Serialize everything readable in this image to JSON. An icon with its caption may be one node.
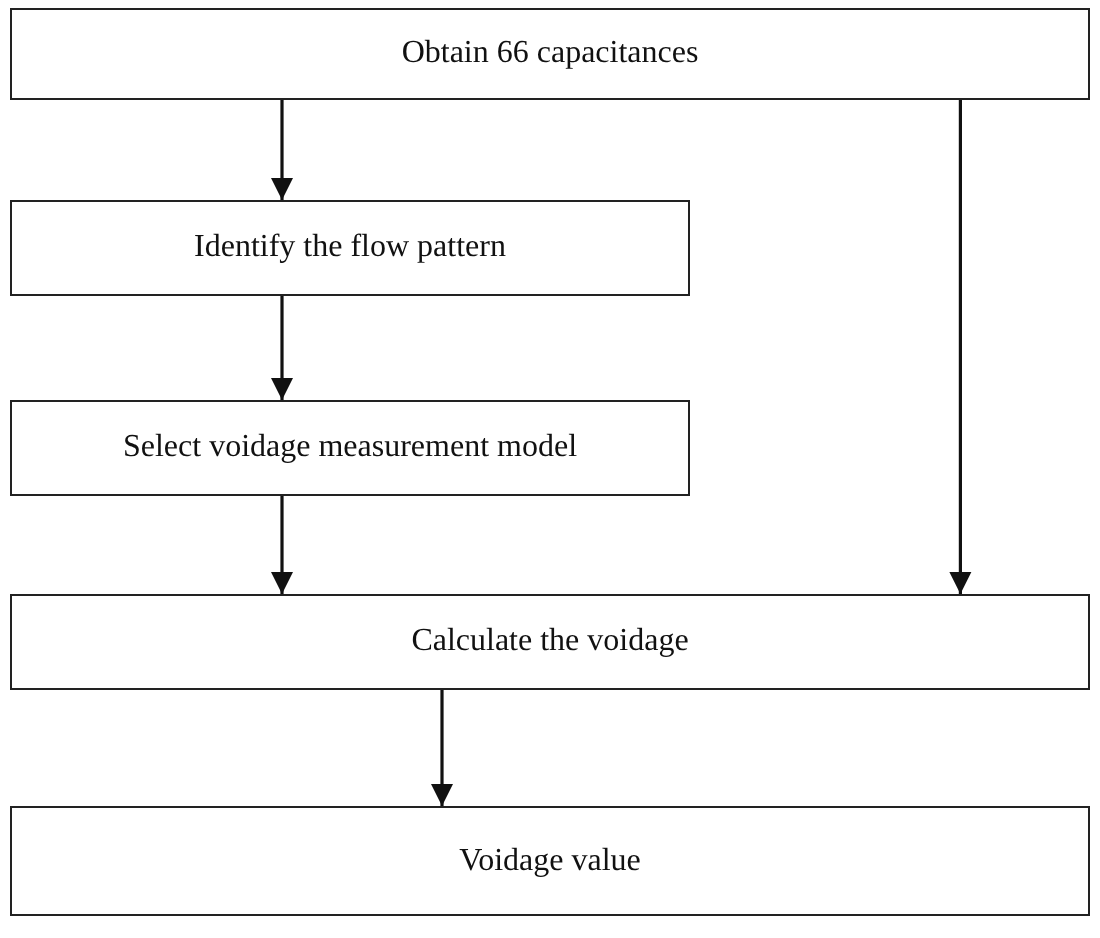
{
  "diagram": {
    "nodes": [
      {
        "text": [
          "Obtain 66 capacitances"
        ]
      },
      {
        "text": [
          "Identify the flow pattern"
        ]
      },
      {
        "text": [
          "Select voidage measurement model"
        ]
      },
      {
        "text": [
          "Calculate the voidage"
        ]
      },
      {
        "text": [
          "Voidage value"
        ]
      }
    ],
    "edges": [
      {
        "from": 0,
        "to": 1,
        "arrow": "to"
      },
      {
        "from": 1,
        "to": 2,
        "arrow": "to"
      },
      {
        "from": 2,
        "to": 3,
        "arrow": "to"
      },
      {
        "from": 0,
        "to": 3,
        "arrow": "to"
      },
      {
        "from": 3,
        "to": 4,
        "arrow": "to"
      }
    ]
  }
}
